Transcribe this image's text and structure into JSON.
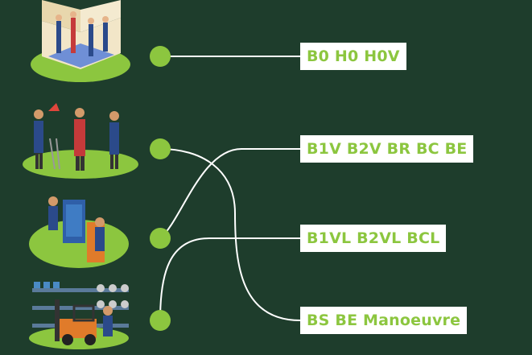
{
  "colors": {
    "background": "#1e3d2c",
    "accent": "#8cc63f",
    "line": "#ffffff",
    "label_bg": "#ffffff"
  },
  "rows": [
    {
      "illustration": "house-renovation-workers-icon"
    },
    {
      "illustration": "electricians-team-icon"
    },
    {
      "illustration": "electrical-cabinet-technicians-icon"
    },
    {
      "illustration": "forklift-warehouse-icon"
    }
  ],
  "labels": [
    {
      "text": "B0 H0 H0V"
    },
    {
      "text": "B1V B2V BR BC BE"
    },
    {
      "text": "B1VL B2VL BCL"
    },
    {
      "text": "BS BE Manoeuvre"
    }
  ],
  "connections": [
    {
      "from": 1,
      "to": 1
    },
    {
      "from": 2,
      "to": 4
    },
    {
      "from": 3,
      "to": 2
    },
    {
      "from": 4,
      "to": 3
    }
  ]
}
